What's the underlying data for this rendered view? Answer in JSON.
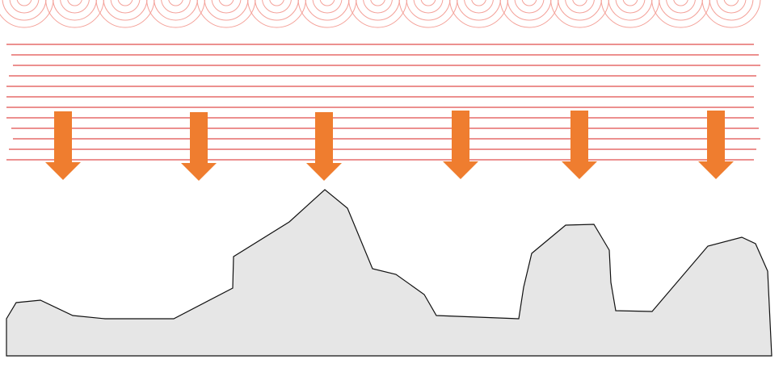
{
  "diagram": {
    "colors": {
      "wave_arcs": "#f4a29a",
      "wave_lines": "#d9201f",
      "arrows": "#ef7d2f",
      "terrain_fill": "#e6e6e6",
      "terrain_stroke": "#111111"
    },
    "wave_fronts": {
      "shape": "concentric-arcs",
      "sources": 15,
      "rings_per_source": 4
    },
    "plane_waves": {
      "count": 12
    },
    "arrows": {
      "count": 6,
      "direction": "down",
      "icon": "arrow-down-icon"
    },
    "terrain": {
      "shape": "mountain-profile"
    }
  }
}
